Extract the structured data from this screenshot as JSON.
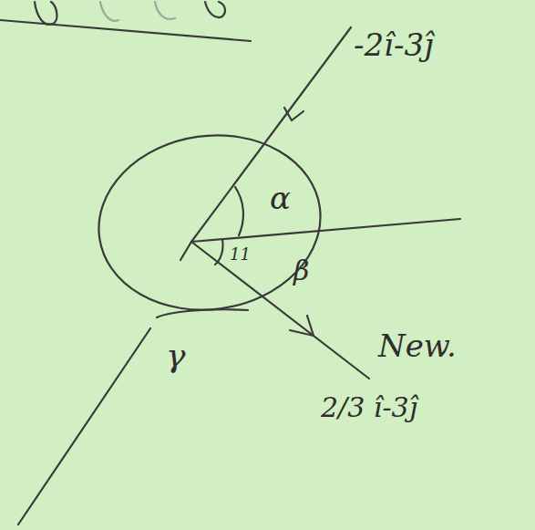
{
  "diagram": {
    "labels": [
      "-2î-3ĵ",
      "α",
      "11",
      "β",
      "γ",
      "New.",
      "2/3 î-3ĵ"
    ]
  }
}
